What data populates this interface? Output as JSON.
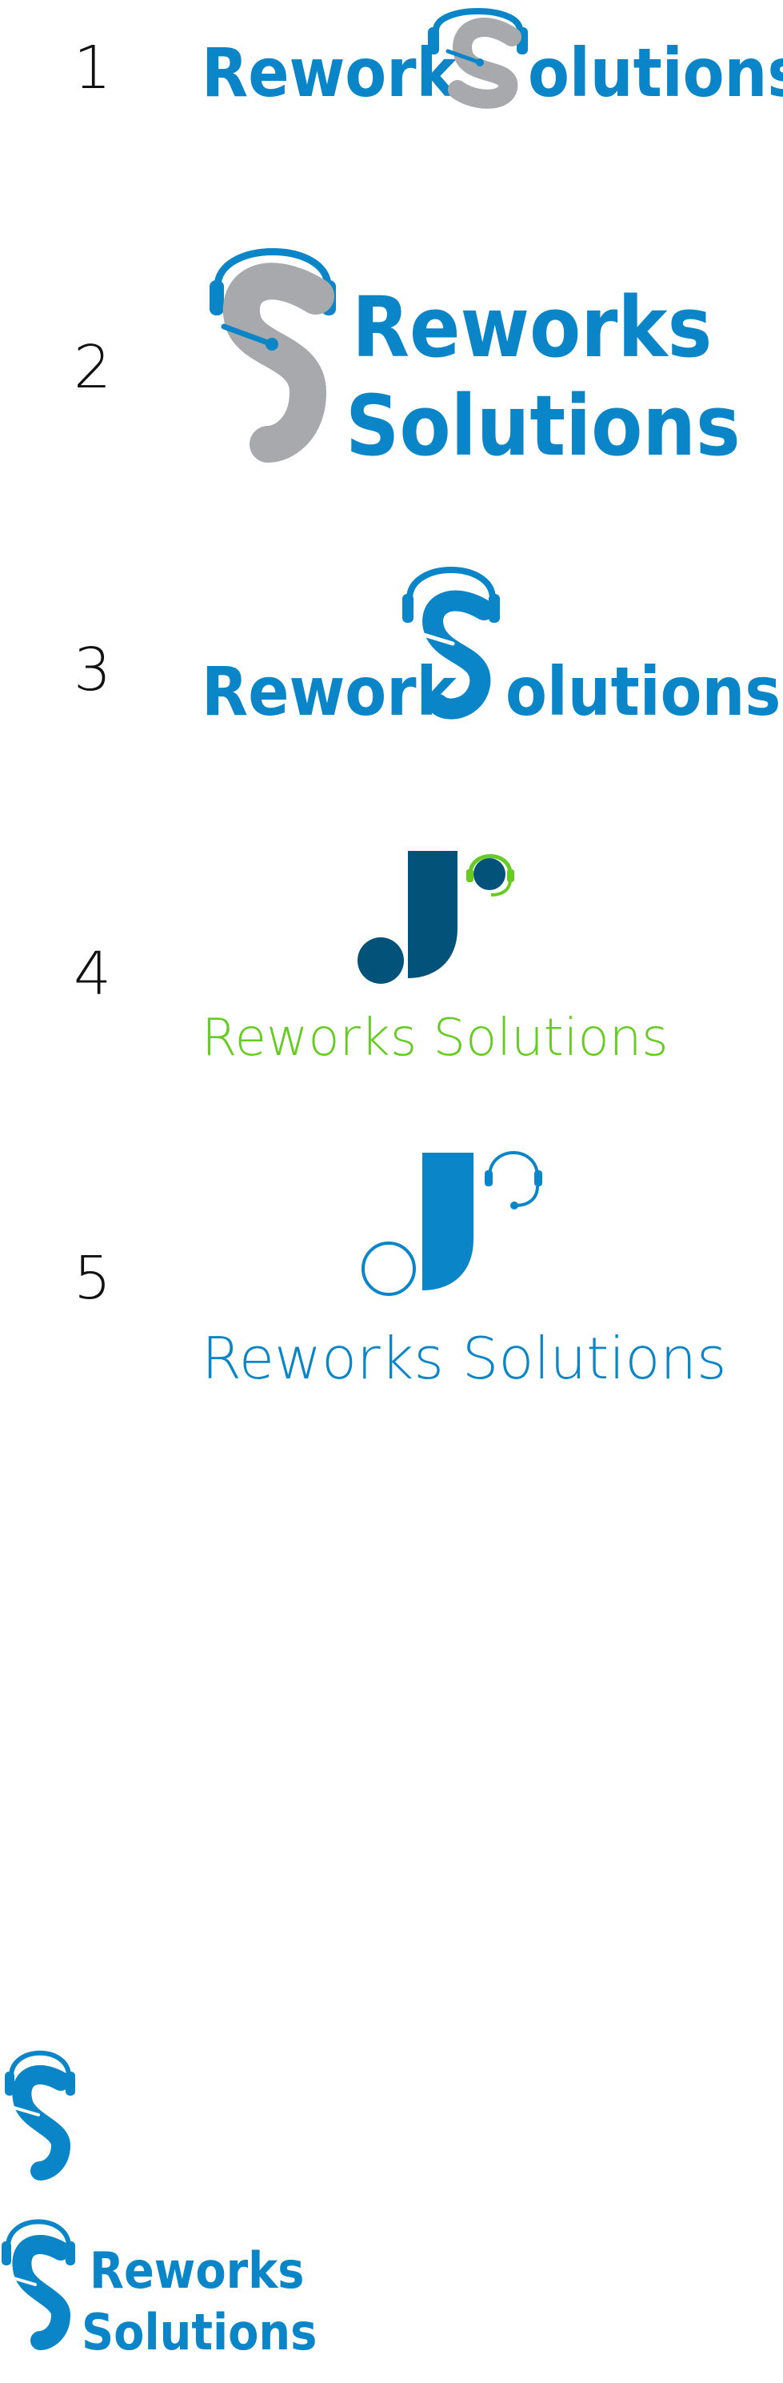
{
  "variants": [
    {
      "number": "1",
      "text": "Rework Solutions",
      "word1": "Rework",
      "word2": "olutions"
    },
    {
      "number": "2",
      "word1": "Reworks",
      "word2": "Solutions"
    },
    {
      "number": "3",
      "word1": "Rework",
      "word2": "olutions"
    },
    {
      "number": "4",
      "text": "Reworks Solutions"
    },
    {
      "number": "5",
      "text": "Reworks Solutions"
    }
  ],
  "bottom": {
    "stacked_word1": "Reworks",
    "stacked_word2": "Solutions"
  },
  "colors": {
    "brand_blue": "#0a86c8",
    "gray": "#a7a9ac",
    "navy": "#02527a",
    "green": "#66cc22",
    "number": "#111111"
  }
}
